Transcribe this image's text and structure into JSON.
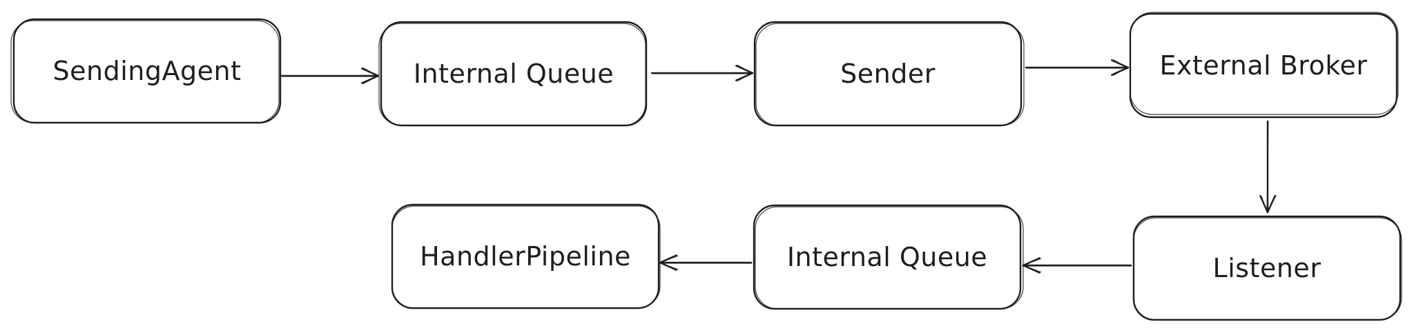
{
  "diagram": {
    "type": "flowchart",
    "style": "hand-drawn",
    "stroke_color": "#1e1e1e",
    "background_color": "#ffffff",
    "nodes": [
      {
        "id": "sending_agent",
        "label": "SendingAgent"
      },
      {
        "id": "internal_queue_out",
        "label": "Internal Queue"
      },
      {
        "id": "sender",
        "label": "Sender"
      },
      {
        "id": "external_broker",
        "label": "External Broker"
      },
      {
        "id": "listener",
        "label": "Listener"
      },
      {
        "id": "internal_queue_in",
        "label": "Internal Queue"
      },
      {
        "id": "handler_pipeline",
        "label": "HandlerPipeline"
      }
    ],
    "edges": [
      {
        "from": "sending_agent",
        "to": "internal_queue_out"
      },
      {
        "from": "internal_queue_out",
        "to": "sender"
      },
      {
        "from": "sender",
        "to": "external_broker"
      },
      {
        "from": "external_broker",
        "to": "listener"
      },
      {
        "from": "listener",
        "to": "internal_queue_in"
      },
      {
        "from": "internal_queue_in",
        "to": "handler_pipeline"
      }
    ]
  }
}
